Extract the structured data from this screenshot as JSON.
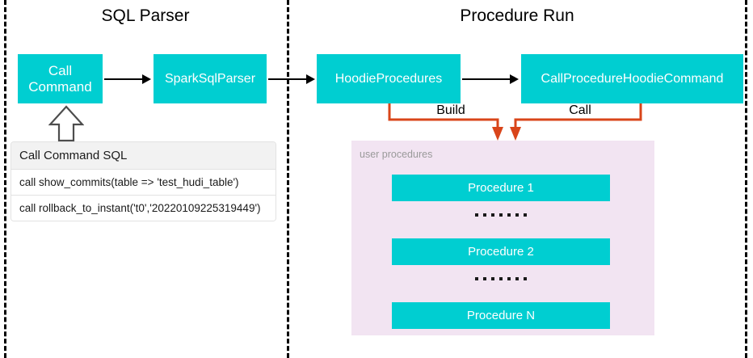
{
  "sections": {
    "left": {
      "title": "SQL Parser"
    },
    "right": {
      "title": "Procedure Run"
    }
  },
  "nodes": {
    "call_command": "Call Command",
    "spark_sql_parser": "SparkSqlParser",
    "hoodie_procedures": "HoodieProcedures",
    "call_procedure_hoodie_command": "CallProcedureHoodieCommand"
  },
  "edges": {
    "build_label": "Build",
    "call_label": "Call"
  },
  "sql_table": {
    "header": "Call Command SQL",
    "rows": [
      "call show_commits(table => 'test_hudi_table')",
      "call rollback_to_instant('t0','20220109225319449')"
    ]
  },
  "procedures_panel": {
    "label": "user procedures",
    "items": [
      "Procedure 1",
      "Procedure 2",
      "Procedure N"
    ]
  },
  "colors": {
    "node_fill": "#00CED1",
    "node_text": "#ffffff",
    "panel_fill": "#F2E4F2",
    "edge_orange": "#D9451A",
    "edge_black": "#000000",
    "divider": "#000000",
    "panel_label": "#9a9a9a"
  }
}
